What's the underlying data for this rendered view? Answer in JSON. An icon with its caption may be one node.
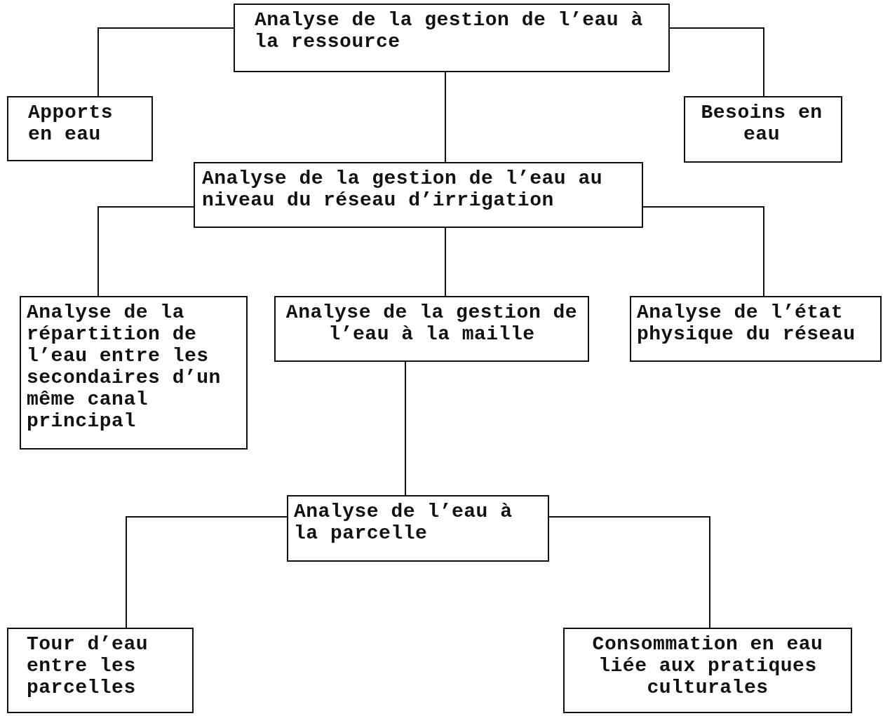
{
  "diagram": {
    "nodes": [
      {
        "text": [
          "Analyse de la gestion de l’eau à la ressource"
        ]
      },
      {
        "text": [
          "Apports en eau"
        ]
      },
      {
        "text": [
          "Besoins en eau"
        ]
      },
      {
        "text": [
          "Analyse de la gestion de l’eau au niveau du réseau d’irrigation"
        ]
      },
      {
        "text": [
          "Analyse de la répartition de l’eau entre les secondaires d’un même canal principal"
        ]
      },
      {
        "text": [
          "Analyse de la gestion de l’eau à la maille"
        ]
      },
      {
        "text": [
          "Analyse de l’état physique du réseau"
        ]
      },
      {
        "text": [
          "Analyse de l’eau à la parcelle"
        ]
      },
      {
        "text": [
          "Tour d’eau entre les parcelles"
        ]
      },
      {
        "text": [
          "Consommation en eau liée aux pratiques culturales"
        ]
      }
    ],
    "edges": [
      {
        "from": 0,
        "to": 1,
        "arrow": "none"
      },
      {
        "from": 0,
        "to": 2,
        "arrow": "none"
      },
      {
        "from": 0,
        "to": 3,
        "arrow": "none"
      },
      {
        "from": 3,
        "to": 4,
        "arrow": "none"
      },
      {
        "from": 3,
        "to": 5,
        "arrow": "none"
      },
      {
        "from": 3,
        "to": 6,
        "arrow": "none"
      },
      {
        "from": 5,
        "to": 7,
        "arrow": "none"
      },
      {
        "from": 7,
        "to": 8,
        "arrow": "none"
      },
      {
        "from": 7,
        "to": 9,
        "arrow": "none"
      }
    ]
  }
}
